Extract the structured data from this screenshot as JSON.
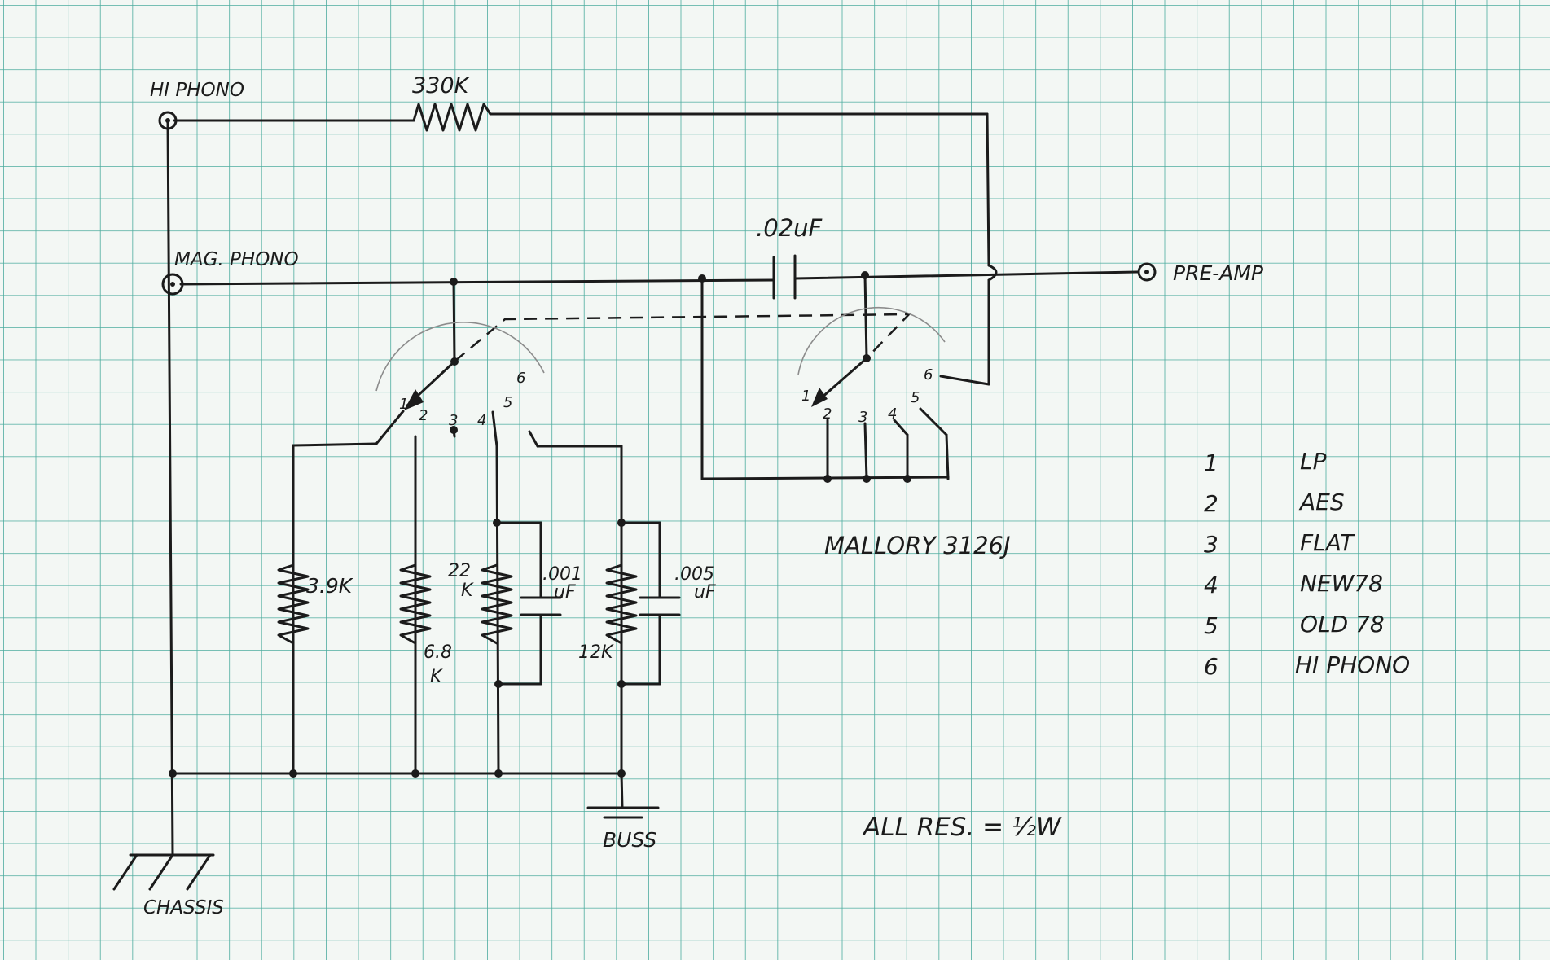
{
  "labels": {
    "hi_phono_jack": "HI PHONO",
    "mag_phono_jack": "MAG. PHONO",
    "pre_amp": "PRE-AMP",
    "r_330k": "330K",
    "c_02uf": ".02uF",
    "r_3_9k": "3.9K",
    "r_6_8k_a": "6.8",
    "r_6_8k_b": "K",
    "r_22k_a": "22",
    "r_22k_b": "K",
    "c_001_a": ".001",
    "c_001_b": "uF",
    "r_12k": "12K",
    "c_005_a": ".005",
    "c_005_b": "uF",
    "switch_model": "MALLORY 3126J",
    "chassis": "CHASSIS",
    "buss": "BUSS",
    "resistor_note": "ALL RES. = ½W"
  },
  "switch_left_positions": [
    "1",
    "2",
    "3",
    "4",
    "5",
    "6"
  ],
  "switch_right_positions": [
    "1",
    "2",
    "3",
    "4",
    "5",
    "6"
  ],
  "legend": [
    {
      "num": "1",
      "label": "LP"
    },
    {
      "num": "2",
      "label": "AES"
    },
    {
      "num": "3",
      "label": "FLAT"
    },
    {
      "num": "4",
      "label": "NEW78"
    },
    {
      "num": "5",
      "label": "OLD 78"
    },
    {
      "num": "6",
      "label": "HI PHONO"
    }
  ],
  "colors": {
    "paper": "#f3f7f4",
    "grid": "#2f9f8f",
    "ink": "#1b1b1b"
  }
}
